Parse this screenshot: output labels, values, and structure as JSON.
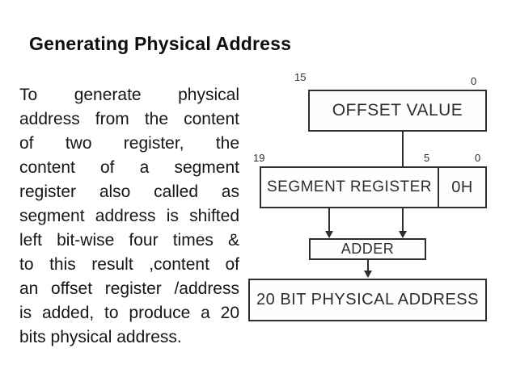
{
  "slide": {
    "title": "Generating Physical Address",
    "paragraph": {
      "full_text": "To generate physical address from the content of two register, the content of a segment register also called as segment address is shifted left bit-wise four times & to this result ,content of an offset register /address is added, to produce a 20 bits physical address.",
      "lines": [
        "To generate physical",
        "address from the content",
        "of two register, the",
        "content of a segment",
        "register also called as",
        "segment address is shifted",
        "left bit-wise four times &",
        "to this result ,content of",
        "an offset register /address",
        "is added, to produce a 20",
        "bits physical address."
      ]
    }
  },
  "diagram": {
    "offset": {
      "label": "OFFSET VALUE",
      "bit_high": "15",
      "bit_low": "0"
    },
    "segment": {
      "label": "SEGMENT REGISTER",
      "appended_hex": "0H",
      "bit_high": "19",
      "bit_mid": "5",
      "bit_low": "0"
    },
    "adder": {
      "label": "ADDER"
    },
    "result": {
      "label": "20 BIT PHYSICAL ADDRESS"
    },
    "colors": {
      "ink": "#2e2e2e",
      "background": "#ffffff"
    }
  }
}
